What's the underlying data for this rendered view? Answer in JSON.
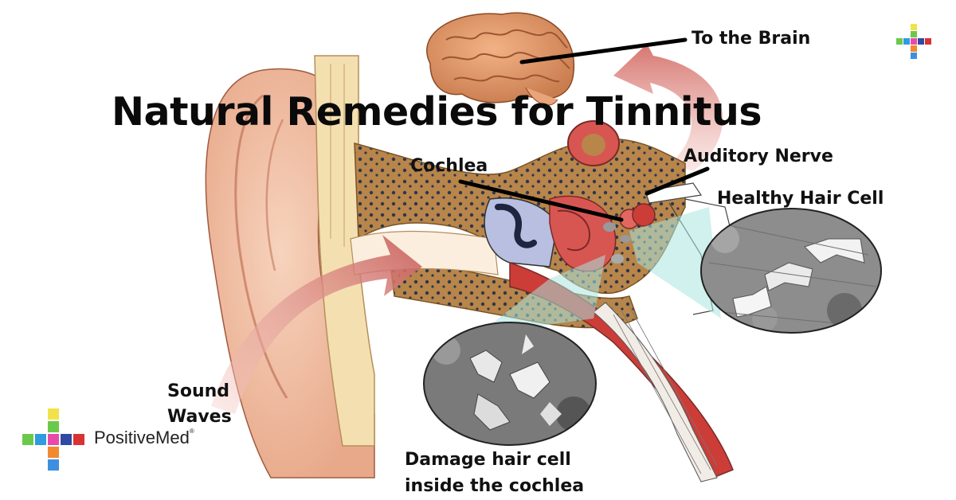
{
  "title": "Natural Remedies for Tinnitus",
  "labels": {
    "to_brain": "To the Brain",
    "cochlea": "Cochlea",
    "auditory_nerve": "Auditory Nerve",
    "healthy_hair_cell": "Healthy Hair Cell",
    "sound_line1": "Sound",
    "sound_line2": "Waves",
    "damage_line1": "Damage hair cell",
    "damage_line2": "inside the cochlea"
  },
  "brand": {
    "name": "PositiveMed",
    "mark": "®",
    "logo_icon": "plus-mosaic-logo-icon"
  },
  "colors": {
    "skin": "#eec0a4",
    "bone": "#b8864a",
    "cartilage": "#f4dfb0",
    "muscle": "#cc3d38",
    "arrow": "#c9605c",
    "highlight": "#a9e6df",
    "logo": [
      "#f2e24a",
      "#6bc94a",
      "#2f9be0",
      "#e94aa9",
      "#2e4aa3",
      "#d83232",
      "#f2892e",
      "#3e8fe0"
    ]
  }
}
